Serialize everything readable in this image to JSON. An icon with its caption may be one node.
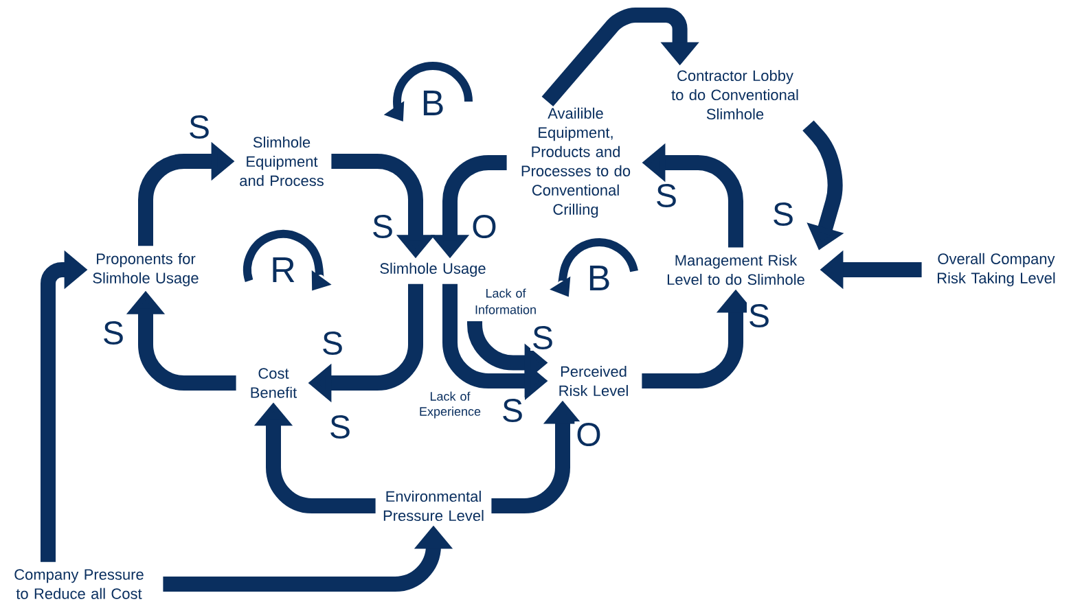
{
  "diagram": {
    "nodes": [
      {
        "text": [
          "Slimhole Equipment and Process"
        ]
      },
      {
        "text": [
          "Availible Equipment, Products and Processes to do Conventional Crilling"
        ]
      },
      {
        "text": [
          "Contractor Lobby to do Conventional Slimhole"
        ]
      },
      {
        "text": [
          "Proponents for Slimhole Usage"
        ]
      },
      {
        "text": [
          "Slimhole Usage"
        ]
      },
      {
        "text": [
          "Management Risk Level to do Slimhole"
        ]
      },
      {
        "text": [
          "Overall Company Risk Taking Level"
        ]
      },
      {
        "text": [
          "Lack of Information"
        ]
      },
      {
        "text": [
          "Cost Benefit"
        ]
      },
      {
        "text": [
          "Perceived Risk Level"
        ]
      },
      {
        "text": [
          "Environmental Pressure Level"
        ]
      },
      {
        "text": [
          "Company Pressure to Reduce all Cost"
        ]
      }
    ],
    "edges": [
      {
        "from": 3,
        "to": 0,
        "arrow": "to",
        "label": "S"
      },
      {
        "from": 0,
        "to": 4,
        "arrow": "to",
        "label": "S"
      },
      {
        "from": 1,
        "to": 4,
        "arrow": "to",
        "label": "O"
      },
      {
        "from": 1,
        "to": 2,
        "arrow": "to"
      },
      {
        "from": 2,
        "to": 5,
        "arrow": "to",
        "label": "S"
      },
      {
        "from": 5,
        "to": 1,
        "arrow": "to",
        "label": "S"
      },
      {
        "from": 6,
        "to": 5,
        "arrow": "to"
      },
      {
        "from": 4,
        "to": 8,
        "arrow": "to",
        "label": "S"
      },
      {
        "from": 4,
        "to": 9,
        "arrow": "to",
        "label": "S"
      },
      {
        "from": 7,
        "to": 9,
        "arrow": "to",
        "label": "S"
      },
      {
        "from": 8,
        "to": 3,
        "arrow": "to",
        "label": "S"
      },
      {
        "from": 9,
        "to": 5,
        "arrow": "to",
        "label": "S"
      },
      {
        "from": 10,
        "to": 8,
        "arrow": "to",
        "label": "S"
      },
      {
        "from": 10,
        "to": 9,
        "arrow": "to",
        "label": "O"
      },
      {
        "from": 11,
        "to": 3,
        "arrow": "to"
      },
      {
        "from": 11,
        "to": 10,
        "arrow": "to"
      }
    ],
    "labels": [
      "B",
      "R",
      "B",
      "Lack of Experience"
    ]
  }
}
